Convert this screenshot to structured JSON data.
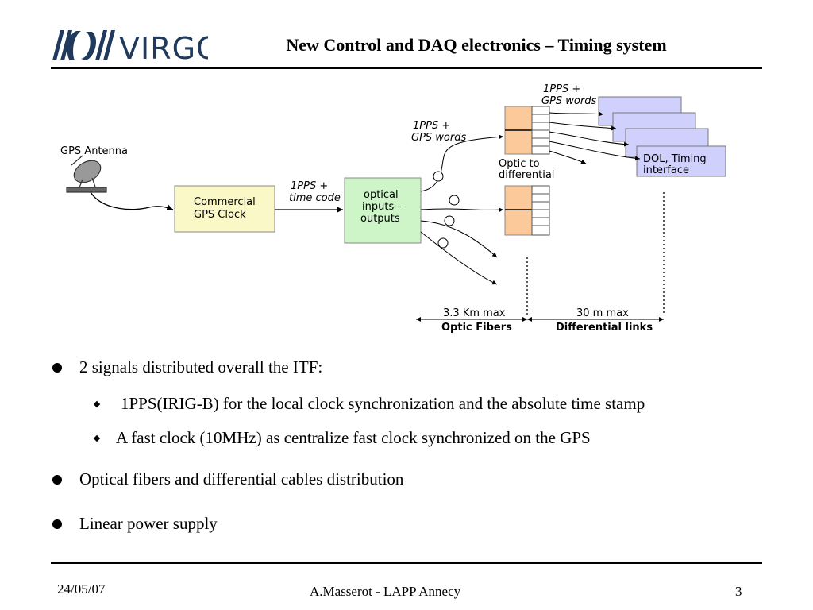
{
  "header": {
    "logo_text": "VIRGO",
    "title": "New Control and DAQ electronics – Timing system"
  },
  "diagram": {
    "gps_antenna": "GPS Antenna",
    "commercial_clock": [
      "Commercial",
      "GPS Clock"
    ],
    "label_1pps_timecode": [
      "1PPS +",
      "time code"
    ],
    "optical_io": [
      "optical",
      "inputs -",
      "outputs"
    ],
    "label_1pps_gps_left": [
      "1PPS +",
      "GPS words"
    ],
    "label_1pps_gps_top": [
      "1PPS +",
      "GPS words"
    ],
    "optic_to_diff": [
      "Optic to",
      "differential"
    ],
    "dol_timing": [
      "DOL, Timing",
      "interface"
    ],
    "range_fiber": "3.3 Km max",
    "range_diff": "30 m max",
    "optic_fibers": "Optic Fibers",
    "differential_links": "Differential links"
  },
  "bullets": {
    "b1": "2 signals distributed overall the ITF:",
    "b1_sub1": "1PPS(IRIG-B)  for the local clock synchronization and the absolute time stamp",
    "b1_sub2": "A fast clock (10MHz) as centralize fast clock synchronized on the GPS",
    "b2": "Optical fibers and differential cables distribution",
    "b3": "Linear power supply"
  },
  "footer": {
    "date": "24/05/07",
    "author": "A.Masserot - LAPP Annecy",
    "page": "3"
  },
  "colors": {
    "clock_fill": "#fbf8c8",
    "optical_fill": "#cdf5c8",
    "orange_fill": "#fbc99a",
    "dol_fill": "#cfd0fb"
  }
}
